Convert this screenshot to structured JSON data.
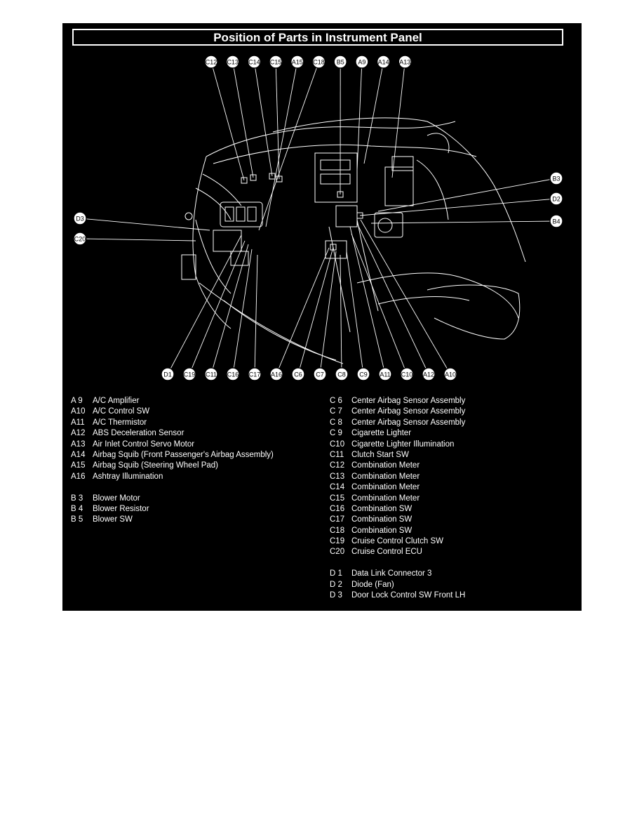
{
  "title": "Position of Parts in Instrument Panel",
  "callouts": {
    "top": [
      "C12",
      "C13",
      "C14",
      "C15",
      "A15",
      "C18",
      "B5",
      "A9",
      "A14",
      "A13"
    ],
    "bottom": [
      "D1",
      "C19",
      "C11",
      "C16",
      "C17",
      "A16",
      "C6",
      "C7",
      "C8",
      "C9",
      "A11",
      "C10",
      "A12",
      "A10"
    ],
    "left": [
      "D3",
      "C20"
    ],
    "right": [
      "B3",
      "D2",
      "B4"
    ]
  },
  "legend_left": [
    {
      "code": "A 9",
      "name": "A/C Amplifier"
    },
    {
      "code": "A10",
      "name": "A/C Control SW"
    },
    {
      "code": "A11",
      "name": "A/C Thermistor"
    },
    {
      "code": "A12",
      "name": "ABS Deceleration Sensor"
    },
    {
      "code": "A13",
      "name": "Air Inlet Control Servo Motor"
    },
    {
      "code": "A14",
      "name": "Airbag Squib (Front Passenger's Airbag Assembly)"
    },
    {
      "code": "A15",
      "name": "Airbag Squib (Steering Wheel Pad)"
    },
    {
      "code": "A16",
      "name": "Ashtray Illumination"
    },
    {
      "code": "B 3",
      "name": "Blower Motor",
      "gap": true
    },
    {
      "code": "B 4",
      "name": "Blower Resistor"
    },
    {
      "code": "B 5",
      "name": "Blower SW"
    }
  ],
  "legend_right": [
    {
      "code": "C 6",
      "name": "Center Airbag Sensor Assembly"
    },
    {
      "code": "C 7",
      "name": "Center Airbag Sensor Assembly"
    },
    {
      "code": "C 8",
      "name": "Center Airbag Sensor Assembly"
    },
    {
      "code": "C 9",
      "name": "Cigarette Lighter"
    },
    {
      "code": "C10",
      "name": "Cigarette Lighter Illumination"
    },
    {
      "code": "C11",
      "name": "Clutch Start SW"
    },
    {
      "code": "C12",
      "name": "Combination Meter"
    },
    {
      "code": "C13",
      "name": "Combination Meter"
    },
    {
      "code": "C14",
      "name": "Combination Meter"
    },
    {
      "code": "C15",
      "name": "Combination Meter"
    },
    {
      "code": "C16",
      "name": "Combination SW"
    },
    {
      "code": "C17",
      "name": "Combination SW"
    },
    {
      "code": "C18",
      "name": "Combination SW"
    },
    {
      "code": "C19",
      "name": "Cruise Control Clutch SW"
    },
    {
      "code": "C20",
      "name": "Cruise Control ECU"
    },
    {
      "code": "D 1",
      "name": "Data Link Connector 3",
      "gap": true
    },
    {
      "code": "D 2",
      "name": "Diode (Fan)"
    },
    {
      "code": "D 3",
      "name": "Door Lock Control SW Front LH"
    }
  ],
  "colors": {
    "background": "#000000",
    "foreground": "#ffffff",
    "page": "#ffffff"
  }
}
